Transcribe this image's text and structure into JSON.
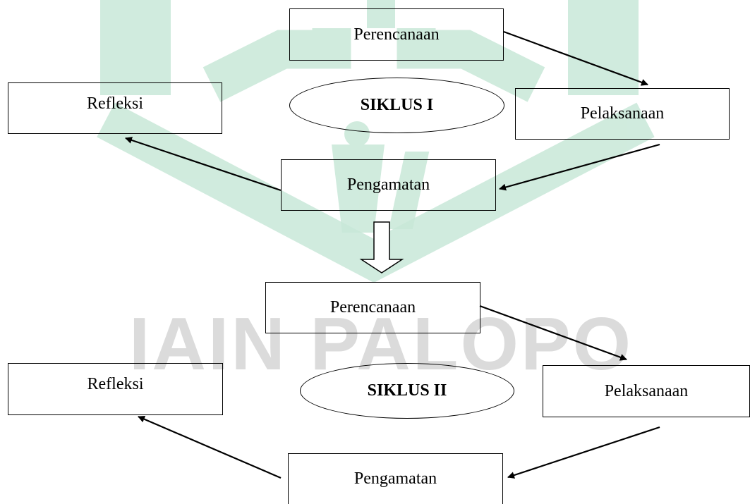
{
  "watermark": {
    "text": "IAIN PALOPO",
    "color": "#c8e8d8"
  },
  "cycle1": {
    "title": "SIKLUS I",
    "planning": "Perencanaan",
    "action": "Pelaksanaan",
    "observation": "Pengamatan",
    "reflection": "Refleksi"
  },
  "cycle2": {
    "title": "SIKLUS II",
    "planning": "Perencanaan",
    "action": "Pelaksanaan",
    "observation": "Pengamatan",
    "reflection": "Refleksi"
  }
}
